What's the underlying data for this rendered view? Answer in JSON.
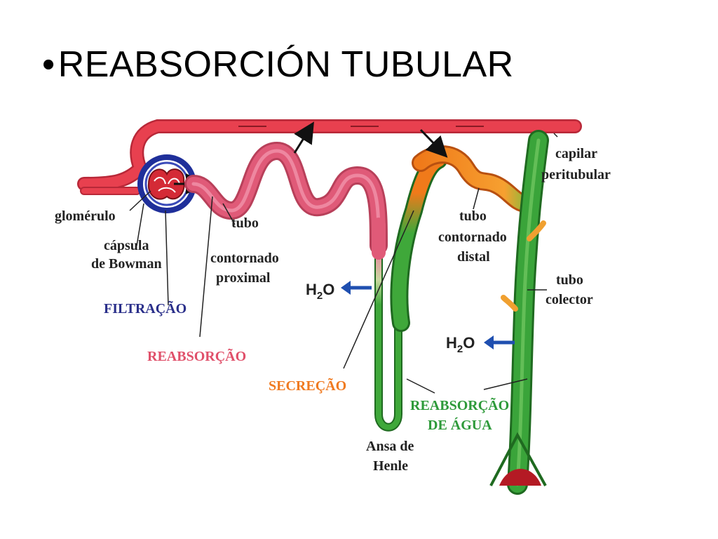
{
  "title": {
    "bullet": "•",
    "text": "REABSORCIÓN  TUBULAR"
  },
  "diagram": {
    "labels": {
      "capilar_line1": "capilar",
      "capilar_line2": "peritubular",
      "glomerulo": "glomérulo",
      "capsula_line1": "cápsula",
      "capsula_line2": "de Bowman",
      "proximal_line1": "tubo",
      "proximal_line2": "contornado",
      "proximal_line3": "proximal",
      "distal_line1": "tubo",
      "distal_line2": "contornado",
      "distal_line3": "distal",
      "colector_line1": "tubo",
      "colector_line2": "colector",
      "h2o_1": "H",
      "h2o_1_sub": "2",
      "h2o_1_o": "O",
      "h2o_2": "H",
      "h2o_2_sub": "2",
      "h2o_2_o": "O",
      "filtracao": "FILTRAÇÃO",
      "reabsorcao": "REABSORÇÃO",
      "secrecao": "SECREÇÃO",
      "reabs_agua_line1": "REABSORÇÃO",
      "reabs_agua_line2": "DE ÁGUA",
      "ansa_line1": "Ansa de",
      "ansa_line2": "Henle"
    },
    "colors": {
      "capillary": "#e8404f",
      "capsule": "#1f2f9a",
      "proximal": "#e05a78",
      "distal": "#f07a1a",
      "loop": "#3fa83a",
      "collector": "#3aa43a",
      "filtracao": "#2a2f8a",
      "reabsorcao": "#e0506a",
      "secrecao": "#f07a20",
      "reabs_agua": "#2e9a3a",
      "arrow_blue": "#1f4fb0"
    }
  }
}
